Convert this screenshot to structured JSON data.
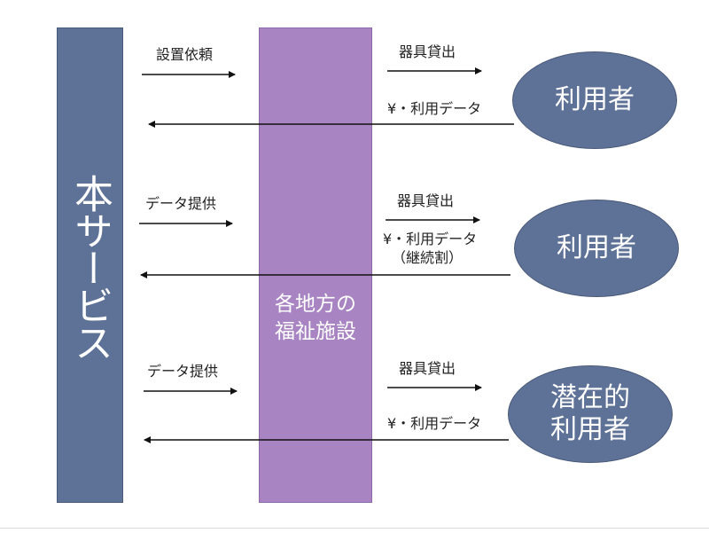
{
  "service": {
    "label": "本サービス"
  },
  "facility": {
    "line1": "各地方の",
    "line2": "福祉施設"
  },
  "rows": [
    {
      "left_label": "設置依頼",
      "right_label": "器具貸出",
      "return_label": "¥・利用データ",
      "return_note": "",
      "user_line1": "利用者",
      "user_line2": ""
    },
    {
      "left_label": "データ提供",
      "right_label": "器具貸出",
      "return_label": "¥・利用データ",
      "return_note": "（継続割）",
      "user_line1": "利用者",
      "user_line2": ""
    },
    {
      "left_label": "データ提供",
      "right_label": "器具貸出",
      "return_label": "¥・利用データ",
      "return_note": "",
      "user_line1": "潜在的",
      "user_line2": "利用者"
    }
  ],
  "colors": {
    "service_bar": "#5e7196",
    "facility_bar": "#a884c2",
    "user_ellipse": "#5e7196"
  }
}
